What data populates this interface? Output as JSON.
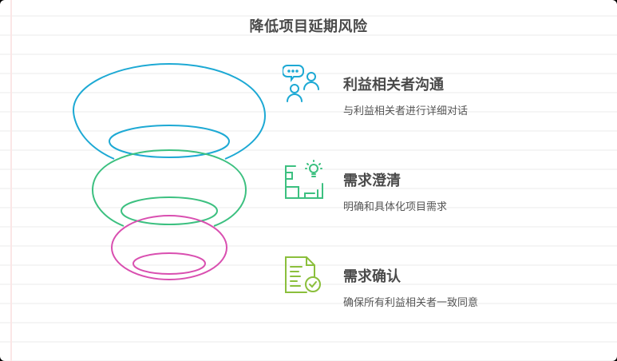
{
  "title": "降低项目延期风险",
  "colors": {
    "stage1": "#1da9d4",
    "stage2": "#3cc080",
    "stage3": "#d94fb0",
    "icon3": "#8bbf3c",
    "heading_text": "#4a4a4a",
    "desc_text": "#555555"
  },
  "items": [
    {
      "icon": "people-chat-icon",
      "heading": "利益相关者沟通",
      "description": "与利益相关者进行详细对话"
    },
    {
      "icon": "blueprint-lightbulb-icon",
      "heading": "需求澄清",
      "description": "明确和具体化项目需求"
    },
    {
      "icon": "document-check-icon",
      "heading": "需求确认",
      "description": "确保所有利益相关者一致同意"
    }
  ]
}
